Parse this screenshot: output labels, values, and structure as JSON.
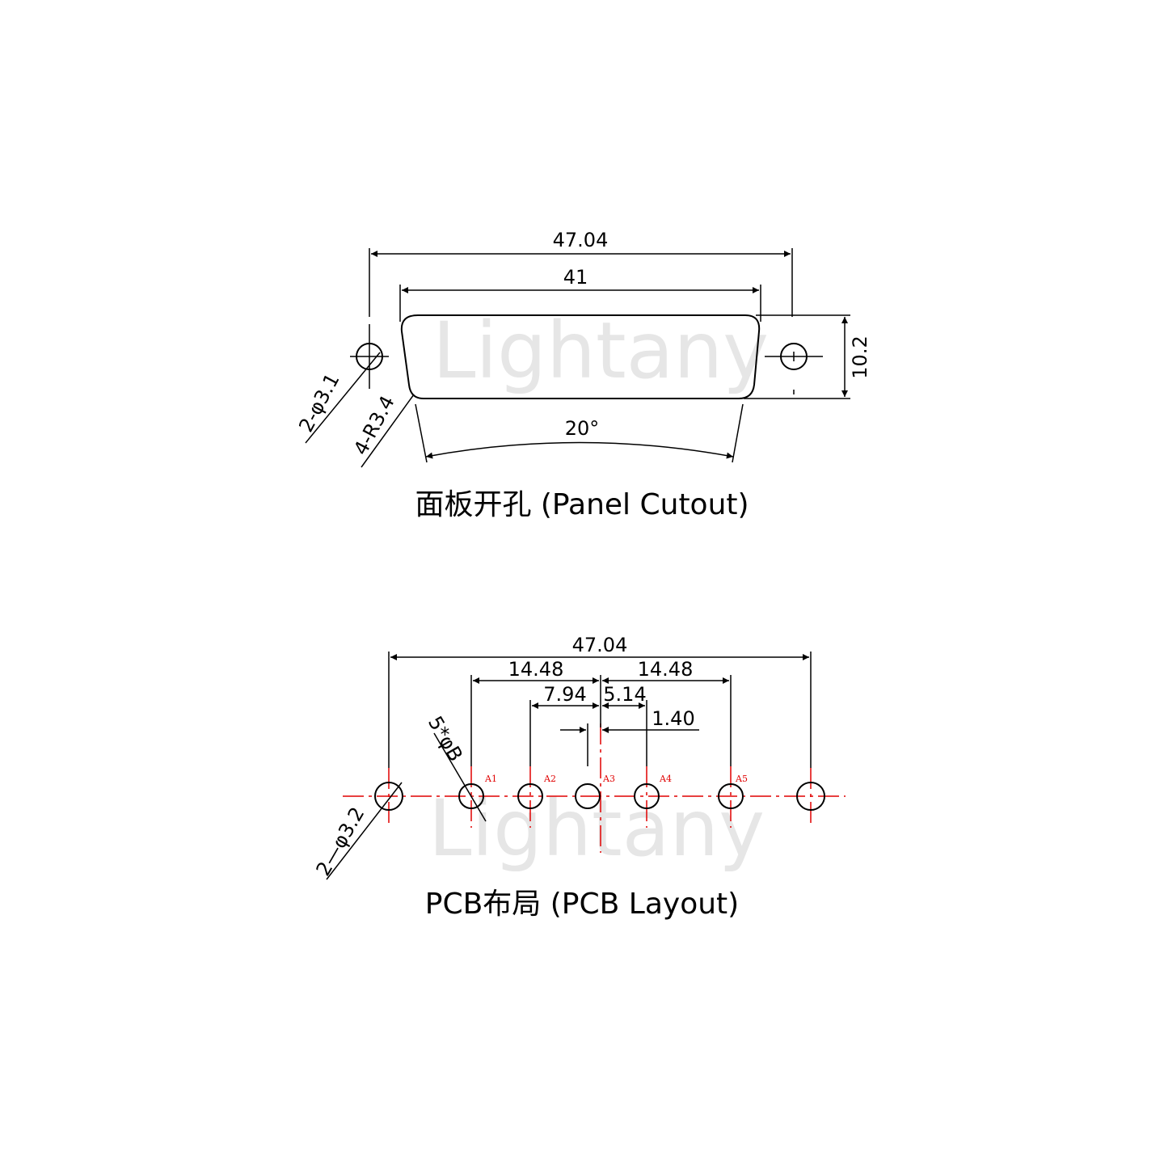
{
  "watermark": "Lightany",
  "panel": {
    "title": "面板开孔 (Panel Cutout)",
    "dim_overall": "47.04",
    "dim_shell": "41",
    "dim_height": "10.2",
    "angle": "20°",
    "hole_note": "2-φ3.1",
    "radius_note": "4-R3.4"
  },
  "pcb": {
    "title": "PCB布局 (PCB Layout)",
    "dim_overall": "47.04",
    "dim_left": "14.48",
    "dim_right": "14.48",
    "dim_inner_left": "7.94",
    "dim_inner_right": "5.14",
    "dim_offset": "1.40",
    "pin_hole_note": "5*φB",
    "mount_hole_note": "2—φ3.2",
    "pins": [
      "A1",
      "A2",
      "A3",
      "A4",
      "A5"
    ]
  },
  "colors": {
    "line": "#000000",
    "centerline": "#e00000",
    "watermark": "#e6e6e6"
  }
}
